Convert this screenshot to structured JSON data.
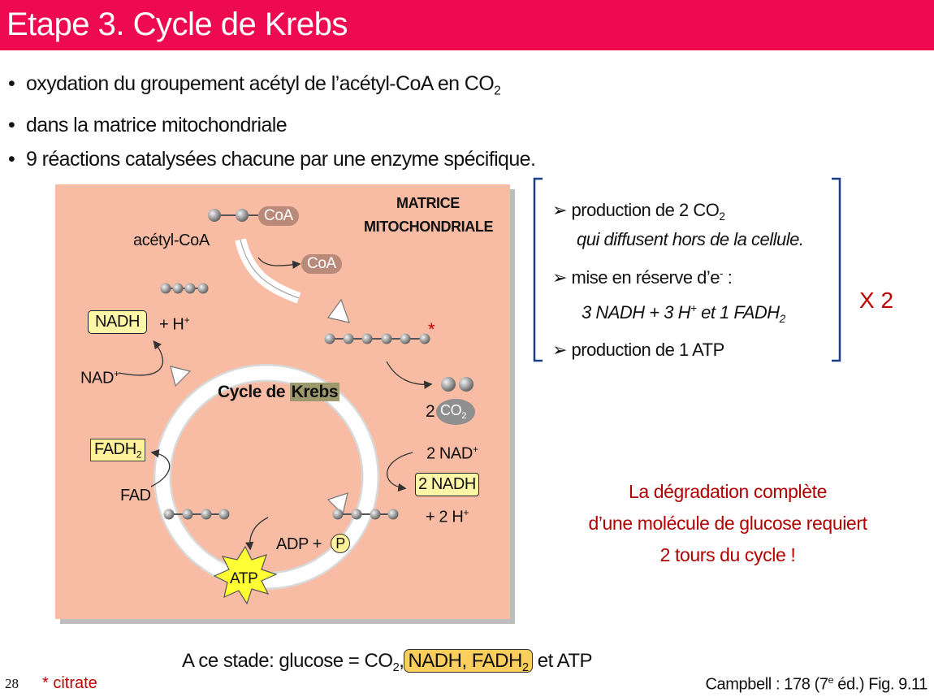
{
  "title": "Etape 3. Cycle de Krebs",
  "bullets": {
    "b1_text": "oxydation du groupement acétyl de l’acétyl-CoA en CO",
    "b1_sub": "2",
    "b2": "dans la matrice mitochondriale",
    "b3": "9 réactions catalysées chacune par une enzyme spécifique."
  },
  "diagram": {
    "matrix_label_1": "MATRICE",
    "matrix_label_2": "MITOCHONDRIALE",
    "acetyl_coa": "acétyl-CoA",
    "coa_1": "CoA",
    "coa_2": "CoA",
    "asterisk": "*",
    "cycle_title": "Cycle de ",
    "cycle_title_hl": "Krebs",
    "nadh_1": "NADH",
    "h_plus_1": "+ H",
    "nad_plus_1": "NAD",
    "co2_coef": "2",
    "co2": "CO",
    "two_nad_plus": "2 NAD",
    "two_nadh": "2 NADH",
    "plus_two_h": "+ 2 H",
    "fadh2": "FADH",
    "fad": "FAD",
    "adp": "ADP +",
    "p": "P",
    "atp": "ATP",
    "sup_plus": "+",
    "sub_2": "2"
  },
  "summary": {
    "item1": "production de 2 CO",
    "item1_sub": "2",
    "item1_detail": "qui diffusent hors de la cellule.",
    "item2": "mise en réserve d’e",
    "item2_sup": "-",
    "item2_end": " :",
    "item2_detail_a": "3 NADH + 3 H",
    "item2_detail_sup": "+",
    "item2_detail_b": " et 1 FADH",
    "item2_detail_sub": "2",
    "item3": "production de 1 ATP",
    "multiplier": "X 2"
  },
  "note": {
    "line1": "La dégradation complète",
    "line2": "d’une molécule de glucose requiert",
    "line3": "2 tours du cycle !"
  },
  "bottom": {
    "prefix": "A ce stade: glucose = CO",
    "sub": "2",
    "comma": ",",
    "hl_a": "NADH, FADH",
    "hl_sub": "2",
    "suffix": " et ATP"
  },
  "footer": {
    "page_number": "28",
    "citrate_note": "* citrate",
    "reference_a": "Campbell : 178 (7",
    "reference_sup": "e",
    "reference_b": " éd.) Fig. 9.11"
  },
  "colors": {
    "title_bar": "#ee0a50",
    "diagram_bg": "#f7bca3",
    "accent_red": "#c00000",
    "bracket_blue": "#1f3c88"
  }
}
